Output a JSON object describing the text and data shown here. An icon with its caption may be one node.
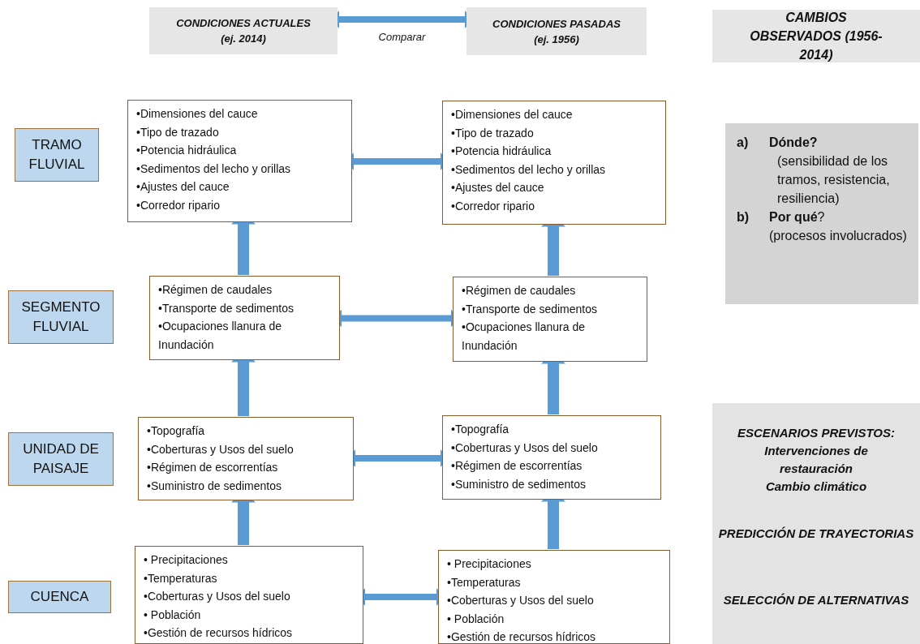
{
  "diagram": {
    "nodes": [
      {
        "text": [
          "CONDICIONES ACTUALES (ej. 2014)"
        ]
      },
      {
        "text": [
          "CONDICIONES PASADAS (ej. 1956)"
        ]
      },
      {
        "text": [
          "CAMBIOS OBSERVADOS (1956-2014)"
        ]
      },
      {
        "text": [
          "TRAMO FLUVIAL"
        ]
      },
      {
        "text": [
          "•Dimensiones del cauce",
          "•Tipo de trazado",
          "•Potencia hidráulica",
          "•Sedimentos del lecho y orillas",
          "•Ajustes del cauce",
          "•Corredor ripario"
        ]
      },
      {
        "text": [
          "•Dimensiones del cauce",
          "•Tipo de trazado",
          "•Potencia hidráulica",
          "•Sedimentos del lecho y orillas",
          "•Ajustes del cauce",
          "•Corredor ripario"
        ]
      },
      {
        "text": [
          "a)",
          "Dónde?",
          "(sensibilidad de los tramos, resistencia, resiliencia)",
          "b)",
          "**Por qué**?",
          "(procesos involucrados)"
        ]
      },
      {
        "text": [
          "SEGMENTO FLUVIAL"
        ]
      },
      {
        "text": [
          "•Régimen de caudales",
          "•Transporte de sedimentos",
          "•Ocupaciones llanura de Inundación"
        ]
      },
      {
        "text": [
          "•Régimen de caudales",
          "•Transporte de sedimentos",
          "•Ocupaciones llanura de Inundación"
        ]
      },
      {
        "text": [
          "UNIDAD DE PAISAJE"
        ]
      },
      {
        "text": [
          "•Topografía",
          "•Coberturas y Usos del suelo",
          "•Régimen de escorrentías",
          "•Suministro de sedimentos"
        ]
      },
      {
        "text": [
          "•Topografía",
          "•Coberturas y Usos del suelo",
          "•Régimen de escorrentías",
          "•Suministro de sedimentos"
        ]
      },
      {
        "text": [
          "ESCENARIOS PREVISTOS:",
          "Intervenciones de restauración",
          "Cambio climático",
          "PREDICCIÓN DE TRAYECTORIAS",
          "SELECCIÓN DE ALTERNATIVAS"
        ]
      },
      {
        "text": [
          "CUENCA"
        ]
      },
      {
        "text": [
          "• Precipitaciones",
          "•Temperaturas",
          "•Coberturas y Usos del suelo",
          "• Población",
          "•Gestión de recursos hídricos"
        ]
      },
      {
        "text": [
          "• Precipitaciones",
          "•Temperaturas",
          "•Coberturas y Usos del suelo",
          "• Población",
          "•Gestión de recursos hídricos"
        ]
      }
    ],
    "edges": [
      {
        "from": 0,
        "to": 1,
        "arrow": "both",
        "label": "Comparar"
      },
      {
        "from": 4,
        "to": 5,
        "arrow": "both"
      },
      {
        "from": 8,
        "to": 4,
        "arrow": "to"
      },
      {
        "from": 9,
        "to": 5,
        "arrow": "to"
      },
      {
        "from": 8,
        "to": 9,
        "arrow": "both"
      },
      {
        "from": 11,
        "to": 8,
        "arrow": "to"
      },
      {
        "from": 12,
        "to": 9,
        "arrow": "to"
      },
      {
        "from": 11,
        "to": 12,
        "arrow": "both"
      },
      {
        "from": 15,
        "to": 11,
        "arrow": "to"
      },
      {
        "from": 16,
        "to": 12,
        "arrow": "to"
      },
      {
        "from": 15,
        "to": 16,
        "arrow": "both"
      }
    ]
  }
}
